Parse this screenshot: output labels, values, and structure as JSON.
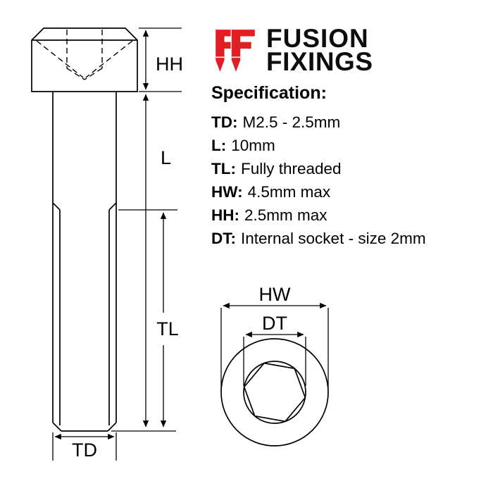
{
  "logo": {
    "icon_name": "fusion-fixings-logo-icon",
    "brand_line1": "FUSION",
    "brand_line2": "FIXINGS",
    "accent_color": "#e11e24",
    "text_color": "#0d0d0d"
  },
  "specification": {
    "title": "Specification:",
    "items": [
      {
        "label": "TD:",
        "value": "M2.5 - 2.5mm"
      },
      {
        "label": "L:",
        "value": "10mm"
      },
      {
        "label": "TL:",
        "value": "Fully threaded"
      },
      {
        "label": "HW:",
        "value": "4.5mm max"
      },
      {
        "label": "HH:",
        "value": "2.5mm max"
      },
      {
        "label": "DT:",
        "value": "Internal socket - size 2mm"
      }
    ]
  },
  "diagram": {
    "line_color": "#000000",
    "side_view": {
      "head_height_label": "HH",
      "length_label": "L",
      "thread_length_label": "TL",
      "thread_diameter_label": "TD"
    },
    "top_view": {
      "head_width_label": "HW",
      "socket_size_label": "DT"
    }
  }
}
